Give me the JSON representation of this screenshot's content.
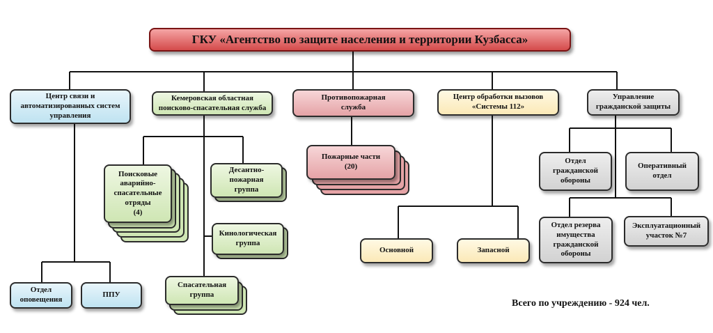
{
  "title": "ГКУ «Агентство по защите населения и территории Кузбасса»",
  "departments": {
    "comms": "Центр связи и\nавтоматизированных систем\nуправления",
    "search_rescue": "Кемеровская областная\nпоисково-спасательная служба",
    "fire": "Противопожарная\nслужба",
    "call112": "Центр обработки вызовов\n«Системы 112»",
    "civil": "Управление\nгражданской защиты"
  },
  "units": {
    "notify": "Отдел\nоповещения",
    "ppu": "ППУ",
    "search_squads": "Поисковые\nаварийно-\nспасательные\nотряды\n(4)",
    "landing_fire": "Десантно-\nпожарная\nгруппа",
    "canine": "Кинологическая\nгруппа",
    "rescue_group": "Спасательная\nгруппа",
    "fire_stations": "Пожарные части\n(20)",
    "main": "Основной",
    "reserve": "Запасной",
    "civil_defense": "Отдел\nгражданской\nобороны",
    "operations": "Оперативный\nотдел",
    "reserve_property": "Отдел резерва\nимущества\nгражданской\nобороны",
    "maintenance": "Эксплуатационный\nучасток №7"
  },
  "footer": "Всего по учреждению - 924 чел."
}
